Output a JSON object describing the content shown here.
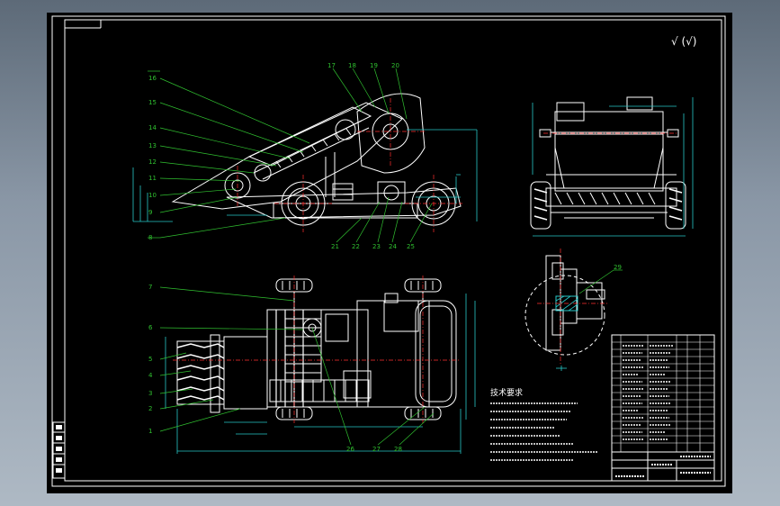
{
  "drawing": {
    "roughness_mark": "√ (√)",
    "tech_requirements": {
      "title": "技术要求",
      "lines": [
        "",
        "",
        "",
        "",
        "",
        "",
        "",
        ""
      ]
    },
    "balloons": {
      "front_view": [
        "16",
        "15",
        "14",
        "13",
        "12",
        "11",
        "10",
        "9",
        "8",
        "17",
        "18",
        "19",
        "20",
        "21",
        "22",
        "23",
        "24",
        "25"
      ],
      "top_view": [
        "7",
        "6",
        "5",
        "4",
        "3",
        "2",
        "1",
        "26",
        "27",
        "28"
      ],
      "detail_view": [
        "29"
      ]
    },
    "colors": {
      "sheet": "#000000",
      "outline": "#ffffff",
      "dimension": "#27c7c7",
      "centerline": "#ff3030",
      "hatch": "#e0d020",
      "leader": "#30c030"
    }
  }
}
